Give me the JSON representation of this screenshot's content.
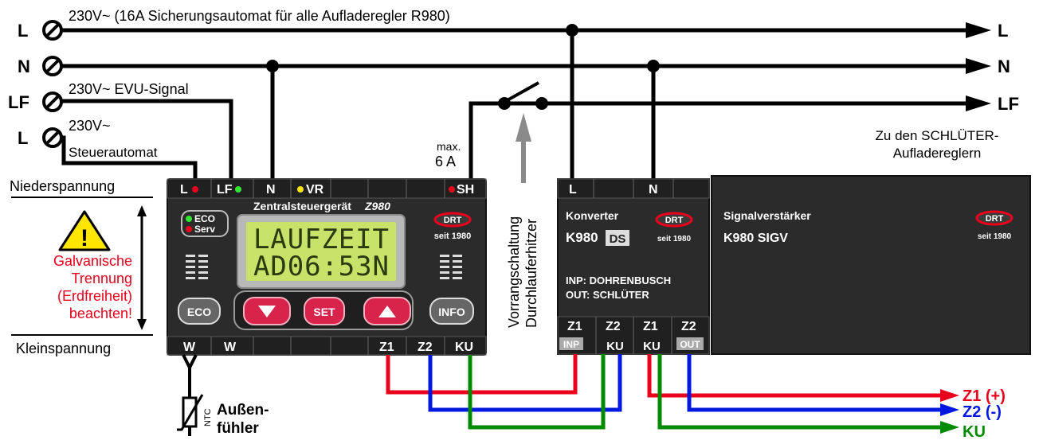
{
  "terminals": {
    "L1": "L",
    "N": "N",
    "LF": "LF",
    "L2": "L",
    "out_L": "L",
    "out_N": "N",
    "out_LF": "LF"
  },
  "labels": {
    "l1_note": "230V~  (16A Sicherungsautomat für alle Aufladeregler R980)",
    "lf_note": "230V~ EVU-Signal",
    "l2_voltage": "230V~",
    "l2_note": "Steuerautomat",
    "max_current_1": "max.",
    "max_current_2": "6 A",
    "priority_1": "Vorrangschaltung",
    "priority_2": "Durchlauferhitzer",
    "dest_1": "Zu den SCHLÜTER-",
    "dest_2": "Aufladereglern",
    "low_voltage": "Niederspannung",
    "extra_low_voltage": "Kleinspannung",
    "warn_1": "Galvanische",
    "warn_2": "Trennung",
    "warn_3": "(Erdfreiheit)",
    "warn_4": "beachten!",
    "warn_glyph": "!",
    "sensor_1": "Außen-",
    "sensor_2": "fühler",
    "ntc": "NTC"
  },
  "z980": {
    "top_terminals": [
      "L",
      "LF",
      "N",
      "VR",
      "SH"
    ],
    "bottom_terminals": [
      "W",
      "W",
      "Z1",
      "Z2",
      "KU"
    ],
    "title": "Zentralsteuergerät",
    "model": "Z980",
    "led_1": "ECO",
    "led_2": "Serv",
    "lcd_line1": "LAUFZEIT",
    "lcd_line2": "AD06:53N",
    "buttons": [
      "ECO",
      "SET",
      "INFO"
    ],
    "brand": "DRT",
    "since": "seit 1980"
  },
  "k980ds": {
    "top_terminals": [
      "L",
      "N"
    ],
    "bottom_terminals": [
      "Z1",
      "Z2",
      "Z1",
      "Z2"
    ],
    "badges": [
      "INP",
      "KU",
      "KU",
      "OUT"
    ],
    "title": "Konverter",
    "model": "K980",
    "model_suffix": "DS",
    "inp": "INP: DOHRENBUSCH",
    "out": "OUT: SCHLÜTER",
    "brand": "DRT",
    "since": "seit 1980"
  },
  "k980sigv": {
    "title": "Signalverstärker",
    "model": "K980 SIGV",
    "brand": "DRT",
    "since": "seit 1980"
  },
  "outputs": {
    "z1": "Z1 (+)",
    "z2": "Z2  (-)",
    "ku": "KU"
  },
  "colors": {
    "red": "#e8001c",
    "blue": "#0018e0",
    "green": "#008a00",
    "device": "#2b2b2b",
    "lcd": "#c8e26a",
    "button_red": "#d8234a",
    "warning_yellow": "#ffe600"
  }
}
